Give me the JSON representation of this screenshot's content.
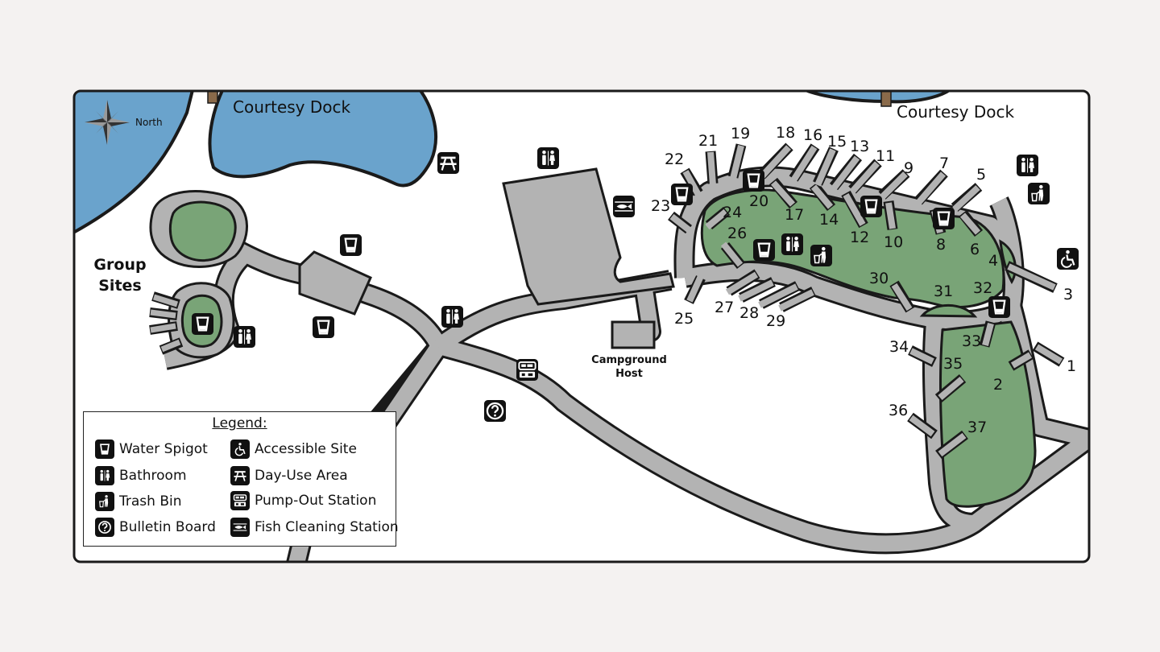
{
  "map": {
    "docks": [
      "Courtesy Dock",
      "Courtesy Dock"
    ],
    "compass_label": "North",
    "group_sites_label": [
      "Group",
      "Sites"
    ],
    "host_label": [
      "Campground",
      "Host"
    ],
    "site_numbers": [
      "1",
      "2",
      "3",
      "4",
      "5",
      "6",
      "7",
      "8",
      "9",
      "10",
      "11",
      "12",
      "13",
      "14",
      "15",
      "16",
      "17",
      "18",
      "19",
      "20",
      "21",
      "22",
      "23",
      "24",
      "25",
      "26",
      "27",
      "28",
      "29",
      "30",
      "31",
      "32",
      "33",
      "34",
      "35",
      "36",
      "37"
    ]
  },
  "legend": {
    "title": "Legend:",
    "items": [
      {
        "icon": "water-spigot-icon",
        "label": "Water Spigot"
      },
      {
        "icon": "bathroom-icon",
        "label": "Bathroom"
      },
      {
        "icon": "trash-bin-icon",
        "label": "Trash Bin"
      },
      {
        "icon": "bulletin-board-icon",
        "label": "Bulletin Board"
      },
      {
        "icon": "accessible-site-icon",
        "label": "Accessible Site"
      },
      {
        "icon": "day-use-area-icon",
        "label": "Day-Use Area"
      },
      {
        "icon": "pump-out-station-icon",
        "label": "Pump-Out Station"
      },
      {
        "icon": "fish-cleaning-station-icon",
        "label": "Fish Cleaning Station"
      }
    ]
  },
  "colors": {
    "water": "#6aa3cc",
    "grass": "#79a477",
    "road": "#b3b3b3",
    "outline": "#1a1a1a",
    "background": "#ffffff",
    "icon": "#111111"
  }
}
